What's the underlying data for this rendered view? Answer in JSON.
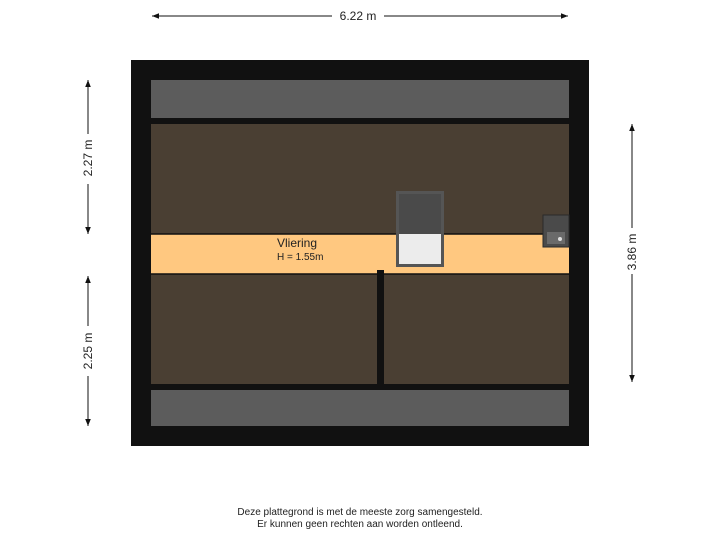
{
  "dimensions": {
    "top_width": "6.22 m",
    "left_upper": "2.27 m",
    "left_lower": "2.25 m",
    "right_height": "3.86 m"
  },
  "room": {
    "name": "Vliering",
    "height": "H = 1.55m"
  },
  "colors": {
    "wall": "#111111",
    "roof_band": "#5c5c5c",
    "slope": "#4a3f33",
    "floor": "#ffc880",
    "hatch_frame": "#555555",
    "hatch_glass": "#ececec"
  },
  "footer": {
    "line1": "Deze plattegrond is met de meeste zorg samengesteld.",
    "line2": "Er kunnen geen rechten aan worden ontleend."
  }
}
